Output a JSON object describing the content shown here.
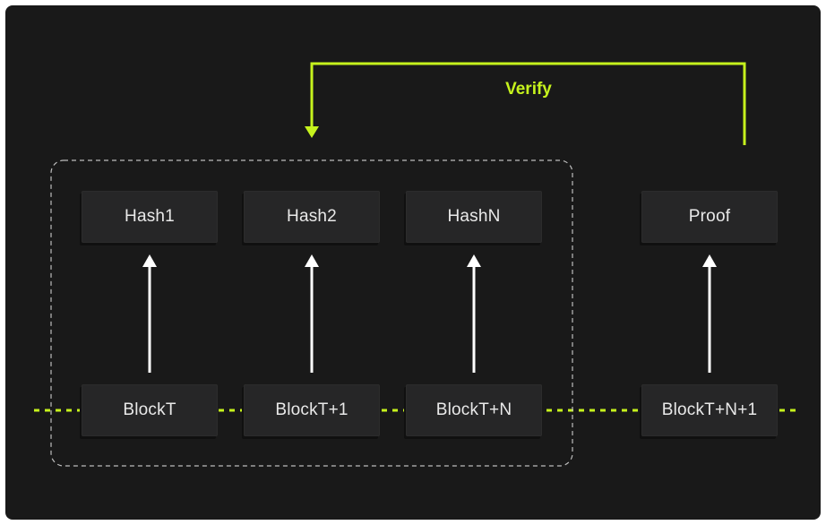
{
  "verify": {
    "label": "Verify",
    "color": "#c6f31d"
  },
  "hash_boxes": [
    {
      "label": "Hash1"
    },
    {
      "label": "Hash2"
    },
    {
      "label": "HashN"
    }
  ],
  "proof_box": {
    "label": "Proof"
  },
  "block_boxes": [
    {
      "label": "BlockT"
    },
    {
      "label": "BlockT+1"
    },
    {
      "label": "BlockT+N"
    },
    {
      "label": "BlockT+N+1"
    }
  ],
  "colors": {
    "background": "#191919",
    "box": "#262627",
    "text": "#e9e9e9",
    "arrow": "#ffffff",
    "chain_line": "#c6f31d",
    "group_border": "#bdbdbd"
  }
}
